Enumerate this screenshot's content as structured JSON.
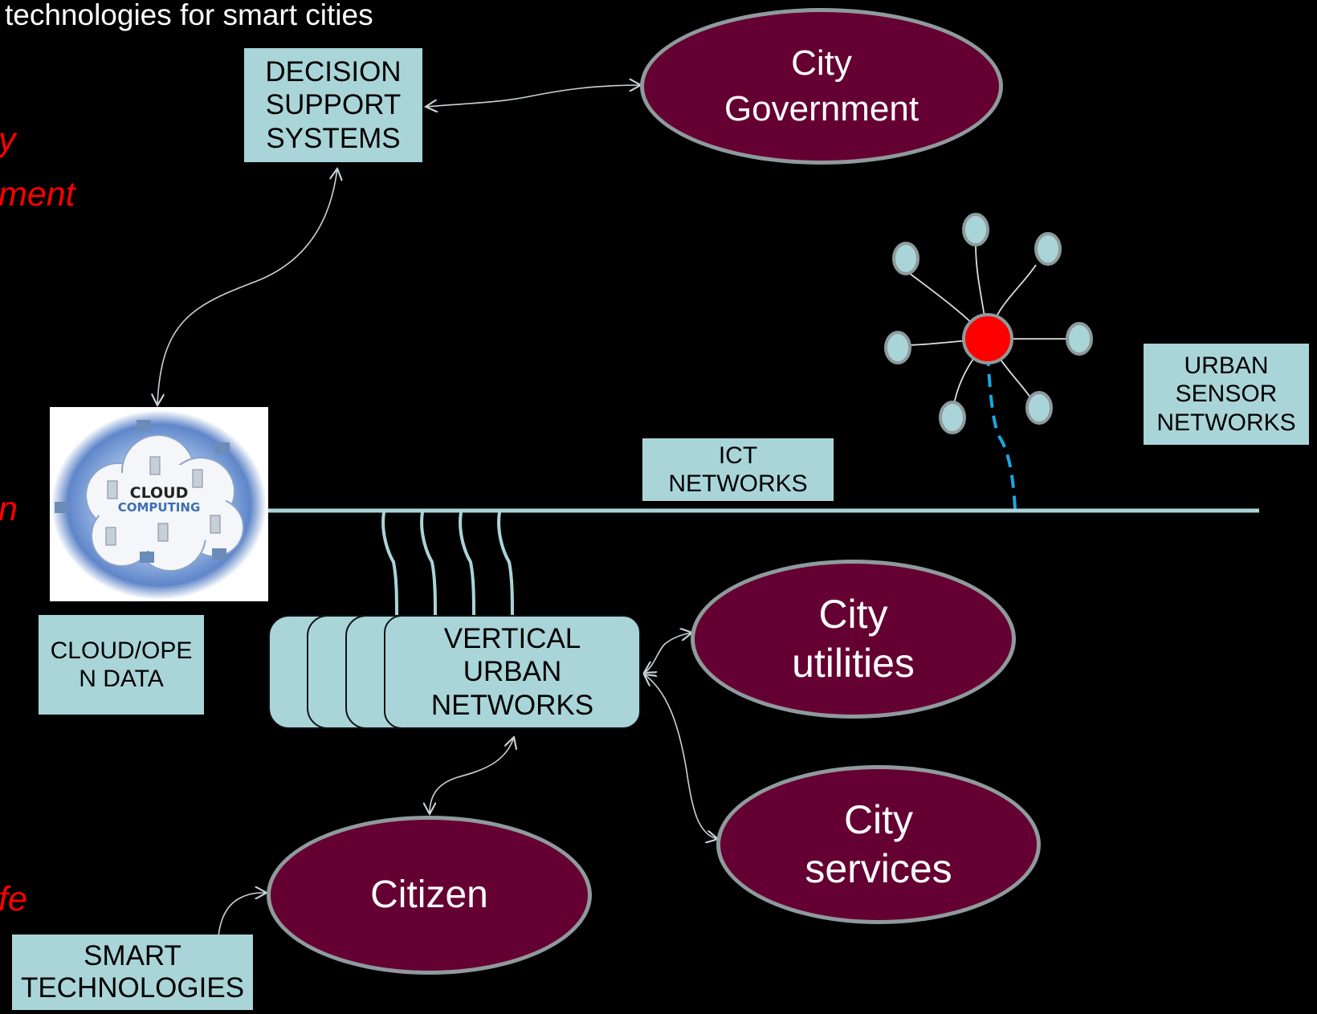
{
  "header": {
    "title": "technologies for smart cities"
  },
  "left_fragments": [
    "y",
    "ment",
    "n",
    "fe"
  ],
  "boxes": {
    "dss": [
      "DECISION",
      "SUPPORT",
      "SYSTEMS"
    ],
    "ict": [
      "ICT",
      "NETWORKS"
    ],
    "sensor": [
      "URBAN",
      "SENSOR",
      "NETWORKS"
    ],
    "cloud": [
      "CLOUD/OPE",
      "N DATA"
    ],
    "vertical": [
      "VERTICAL",
      "URBAN",
      "NETWORKS"
    ],
    "smart": [
      "SMART",
      "TECHNOLOGIES"
    ]
  },
  "ellipses": {
    "government": [
      "City",
      "Government"
    ],
    "utilities": [
      "City",
      "utilities"
    ],
    "services": [
      "City",
      "services"
    ],
    "citizen": [
      "Citizen"
    ]
  },
  "cloud_image": {
    "line1": "CLOUD",
    "line2": "COMPUTING"
  },
  "colors": {
    "background": "#000000",
    "box_fill": "#a9d5d9",
    "ellipse_fill": "#650032",
    "ellipse_border": "#8f9a9c",
    "sensor_hub": "#ff0000",
    "sensor_node": "#a9d5d9",
    "sensor_link": "#1aa7e0",
    "fragment_text": "#ff0000"
  }
}
